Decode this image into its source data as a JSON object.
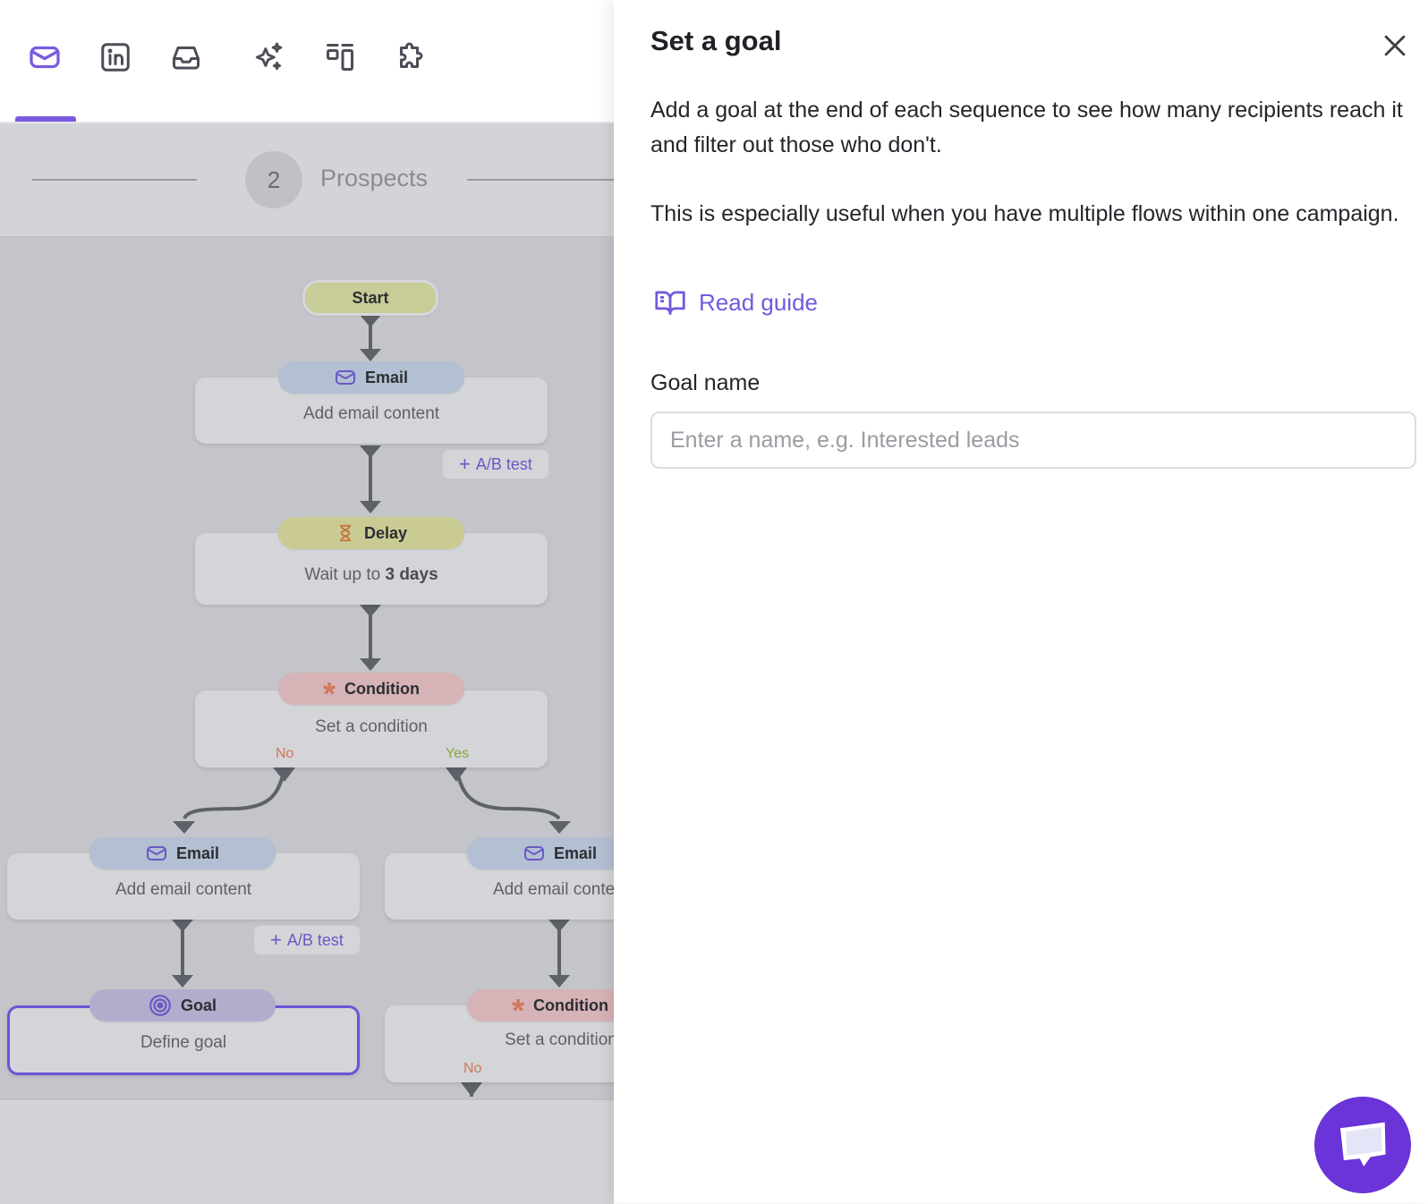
{
  "toolbar": {
    "tools": [
      {
        "icon": "email-icon",
        "active": true
      },
      {
        "icon": "linkedin-icon",
        "active": false
      },
      {
        "icon": "inbox-icon",
        "active": false
      },
      {
        "icon": "sparkles-icon",
        "active": false
      },
      {
        "icon": "layout-icon",
        "active": false
      },
      {
        "icon": "puzzle-icon",
        "active": false
      }
    ]
  },
  "stepper": {
    "step_number": "2",
    "step_label": "Prospects"
  },
  "flow": {
    "start_label": "Start",
    "email_label": "Email",
    "email_content": "Add email content",
    "ab_test": "A/B test",
    "delay_label": "Delay",
    "delay_prefix": "Wait up to",
    "delay_value": "3 days",
    "condition_label": "Condition",
    "condition_content": "Set a condition",
    "branch_no": "No",
    "branch_yes": "Yes",
    "goal_label": "Goal",
    "goal_content": "Define goal"
  },
  "panel": {
    "title": "Set a goal",
    "description_1": "Add a goal at the end of each sequence to see how many recipients reach it and filter out those who don't.",
    "description_2": "This is especially useful when you have multiple flows within one campaign.",
    "read_guide": "Read guide",
    "goal_name_label": "Goal name",
    "goal_name_value": "",
    "goal_name_placeholder": "Enter a name, e.g. Interested leads"
  },
  "colors": {
    "accent": "#7358dd",
    "goal_border": "#6c53d6",
    "chat_button": "#6a34d8",
    "no_branch": "#d0785a",
    "yes_branch": "#8aa53a"
  }
}
